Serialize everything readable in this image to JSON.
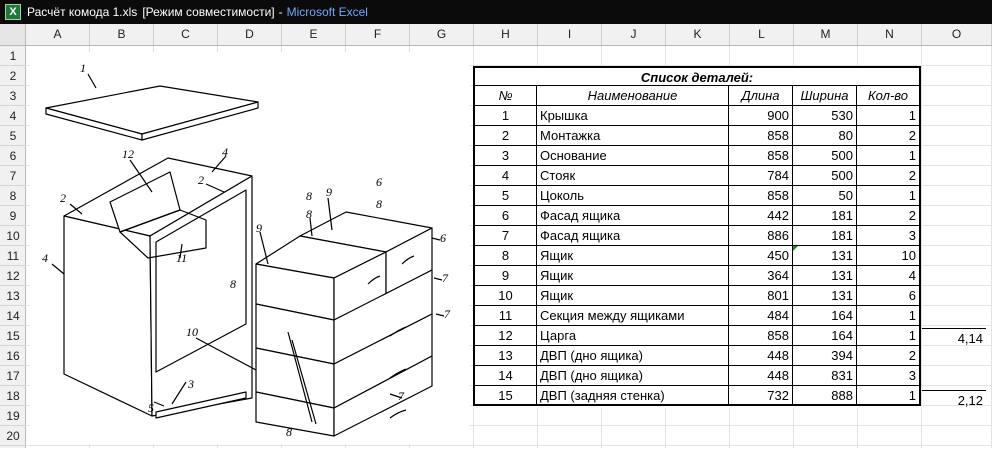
{
  "window": {
    "file_name": "Расчёт комода 1.xls",
    "mode": "[Режим совместимости]",
    "separator": "-",
    "app_name": "Microsoft Excel",
    "app_icon": "excel-icon",
    "icon_letter": "X"
  },
  "columns": [
    "A",
    "B",
    "C",
    "D",
    "E",
    "F",
    "G",
    "H",
    "I",
    "J",
    "K",
    "L",
    "M",
    "N",
    "O"
  ],
  "rows": [
    "1",
    "2",
    "3",
    "4",
    "5",
    "6",
    "7",
    "8",
    "9",
    "10",
    "11",
    "12",
    "13",
    "14",
    "15",
    "16",
    "17",
    "18",
    "19",
    "20"
  ],
  "drawing": {
    "labels": [
      "1",
      "12",
      "4",
      "2",
      "2",
      "4",
      "11",
      "9",
      "8",
      "9",
      "8",
      "6",
      "8",
      "6",
      "8",
      "7",
      "7",
      "10",
      "3",
      "5",
      "7",
      "8"
    ]
  },
  "parts_table": {
    "title": "Список деталей:",
    "headers": {
      "num": "№",
      "name": "Наименование",
      "length": "Длина",
      "width": "Ширина",
      "qty": "Кол-во"
    },
    "rows": [
      {
        "num": "1",
        "name": "Крышка",
        "length": "900",
        "width": "530",
        "qty": "1"
      },
      {
        "num": "2",
        "name": "Монтажка",
        "length": "858",
        "width": "80",
        "qty": "2"
      },
      {
        "num": "3",
        "name": "Основание",
        "length": "858",
        "width": "500",
        "qty": "1"
      },
      {
        "num": "4",
        "name": "Стояк",
        "length": "784",
        "width": "500",
        "qty": "2"
      },
      {
        "num": "5",
        "name": "Цоколь",
        "length": "858",
        "width": "50",
        "qty": "1"
      },
      {
        "num": "6",
        "name": "Фасад ящика",
        "length": "442",
        "width": "181",
        "qty": "2"
      },
      {
        "num": "7",
        "name": "Фасад ящика",
        "length": "886",
        "width": "181",
        "qty": "3"
      },
      {
        "num": "8",
        "name": "Ящик",
        "length": "450",
        "width": "131",
        "qty": "10"
      },
      {
        "num": "9",
        "name": "Ящик",
        "length": "364",
        "width": "131",
        "qty": "4"
      },
      {
        "num": "10",
        "name": "Ящик",
        "length": "801",
        "width": "131",
        "qty": "6"
      },
      {
        "num": "11",
        "name": "Секция между ящиками",
        "length": "484",
        "width": "164",
        "qty": "1"
      },
      {
        "num": "12",
        "name": "Царга",
        "length": "858",
        "width": "164",
        "qty": "1"
      },
      {
        "num": "13",
        "name": "ДВП (дно ящика)",
        "length": "448",
        "width": "394",
        "qty": "2"
      },
      {
        "num": "14",
        "name": "ДВП (дно ящика)",
        "length": "448",
        "width": "831",
        "qty": "3"
      },
      {
        "num": "15",
        "name": "ДВП (задняя стенка)",
        "length": "732",
        "width": "888",
        "qty": "1"
      }
    ]
  },
  "extra_values": {
    "row15": "4,14",
    "row18": "2,12"
  },
  "colors": {
    "titlebar": "#0b0b0b",
    "app_name": "#6fa8ff",
    "grid": "#e3e3e3",
    "header_bg": "#f1f1f1",
    "note_marker": "#1e8a1e"
  }
}
